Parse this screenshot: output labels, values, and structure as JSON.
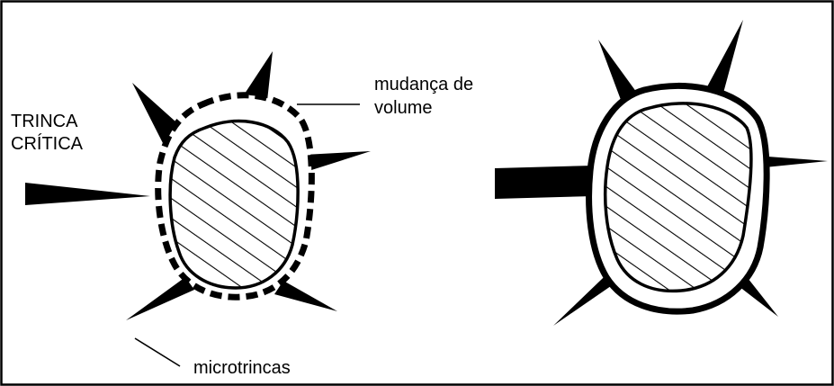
{
  "labels": {
    "critical_crack_line1": "TRINCA",
    "critical_crack_line2": "CRÍTICA",
    "volume_change_line1": "mudança de",
    "volume_change_line2": "volume",
    "microcracks": "microtrincas"
  },
  "colors": {
    "ink": "#000000",
    "background": "#ffffff"
  }
}
